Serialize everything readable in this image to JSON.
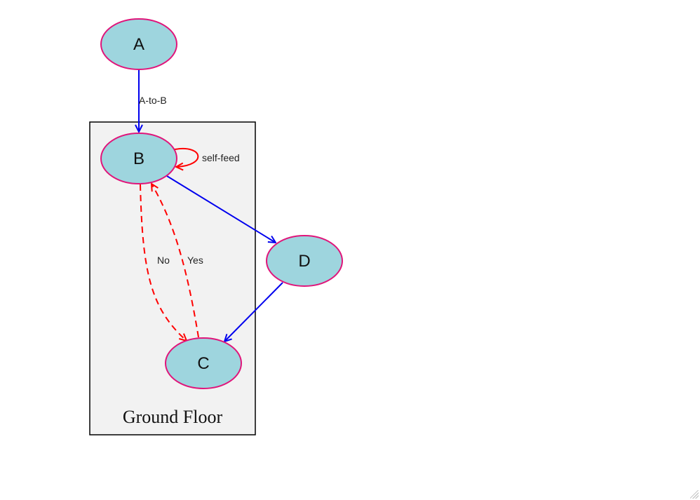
{
  "diagram": {
    "type": "directed-graph",
    "colors": {
      "node_fill": "#9ed5de",
      "node_stroke": "#e0157a",
      "cluster_fill": "#f2f2f2",
      "cluster_stroke": "#000000",
      "edge_blue": "#0000ee",
      "edge_red": "#ff0000"
    },
    "cluster": {
      "label": "Ground Floor",
      "members": [
        "B",
        "C"
      ]
    },
    "nodes": [
      {
        "id": "A",
        "label": "A"
      },
      {
        "id": "B",
        "label": "B"
      },
      {
        "id": "C",
        "label": "C"
      },
      {
        "id": "D",
        "label": "D"
      }
    ],
    "edges": [
      {
        "from": "A",
        "to": "B",
        "label": "A-to-B",
        "color": "blue",
        "style": "solid"
      },
      {
        "from": "B",
        "to": "B",
        "label": "self-feed",
        "color": "red",
        "style": "solid"
      },
      {
        "from": "B",
        "to": "D",
        "label": "",
        "color": "blue",
        "style": "solid"
      },
      {
        "from": "D",
        "to": "C",
        "label": "",
        "color": "blue",
        "style": "solid"
      },
      {
        "from": "B",
        "to": "C",
        "label": "No",
        "color": "red",
        "style": "dashed"
      },
      {
        "from": "C",
        "to": "B",
        "label": "Yes",
        "color": "red",
        "style": "dashed"
      }
    ]
  }
}
